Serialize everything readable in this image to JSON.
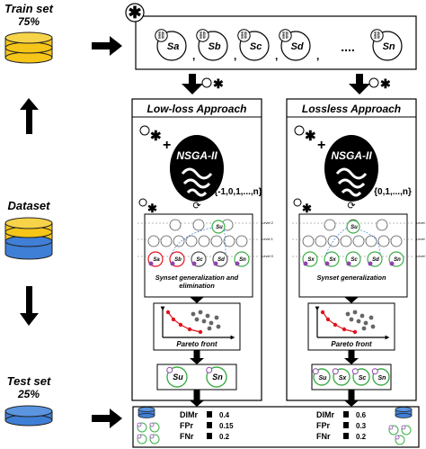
{
  "train": {
    "title": "Train set",
    "pct": "75%"
  },
  "dataset": {
    "title": "Dataset"
  },
  "test": {
    "title": "Test set",
    "pct": "25%"
  },
  "synsets": [
    "Sa",
    "Sb",
    "Sc",
    "Sd",
    "Sn"
  ],
  "ellipsis": "....",
  "left": {
    "title": "Low-loss Approach",
    "nsga": "NSGA-II",
    "set": "{-1,0,1,...,n}",
    "stage": "Synset generalization and",
    "stage2": "elimination",
    "pareto": "Pareto front",
    "nodes": [
      "Sa",
      "Sb",
      "Sc",
      "Sd",
      "Sn",
      "Su"
    ],
    "result": [
      "Su",
      "Sn"
    ]
  },
  "right": {
    "title": "Lossless Approach",
    "nsga": "NSGA-II",
    "set": "{0,1,...,n}",
    "stage": "Synset generalization",
    "pareto": "Pareto front",
    "nodes": [
      "Sx",
      "Sc",
      "Sd",
      "Sn",
      "Su"
    ],
    "result": [
      "Su",
      "Sx",
      "Sc",
      "Sn"
    ]
  },
  "levels": [
    "Level 2",
    "Level 1",
    "Level 0"
  ],
  "metrics_left": [
    {
      "name": "DIMr",
      "value": "0.4"
    },
    {
      "name": "FPr",
      "value": "0.15"
    },
    {
      "name": "FNr",
      "value": "0.2"
    }
  ],
  "metrics_right": [
    {
      "name": "DIMr",
      "value": "0.6"
    },
    {
      "name": "FPr",
      "value": "0.3"
    },
    {
      "name": "FNr",
      "value": "0.2"
    }
  ],
  "colors": {
    "db_yellow": "#f5c518",
    "db_blue": "#3f7fd6",
    "green": "#3fae49",
    "red": "#e0141e",
    "purple": "#8e44ad"
  }
}
